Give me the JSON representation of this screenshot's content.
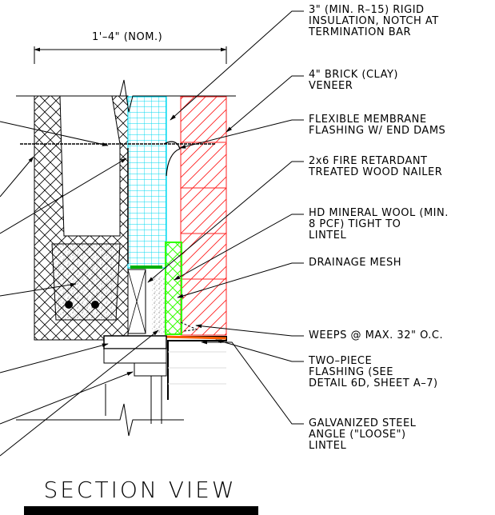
{
  "dimension": {
    "label": "1'–4\" (NOM.)"
  },
  "callouts": [
    {
      "text": "3\" (MIN. R–15) RIGID\nINSULATION, NOTCH AT\nTERMINATION BAR"
    },
    {
      "text": "4\" BRICK (CLAY)\nVENEER"
    },
    {
      "text": "FLEXIBLE MEMBRANE\nFLASHING W/ END DAMS"
    },
    {
      "text": "2x6 FIRE RETARDANT\nTREATED WOOD NAILER"
    },
    {
      "text": "HD MINERAL WOOL (MIN.\n8 PCF) TIGHT TO\nLINTEL"
    },
    {
      "text": "DRAINAGE MESH"
    },
    {
      "text": "WEEPS @ MAX. 32\" O.C."
    },
    {
      "text": "TWO–PIECE\nFLASHING (SEE\nDETAIL 6D, SHEET A–7)"
    },
    {
      "text": "GALVANIZED STEEL\nANGLE (\"LOOSE\")\nLINTEL"
    }
  ],
  "title": "SECTION VIEW",
  "colors": {
    "insulation": "#00e5ff",
    "brick": "#ff2020",
    "mineral_wool": "#33ff00",
    "line": "#000000"
  }
}
